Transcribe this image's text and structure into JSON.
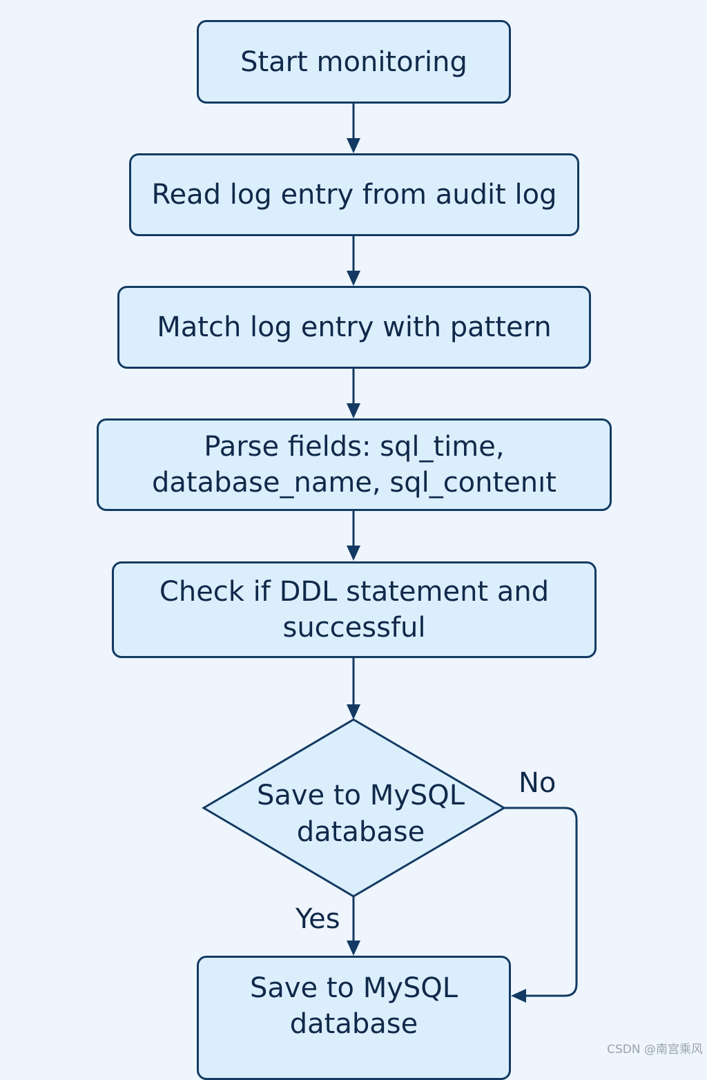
{
  "steps": [
    {
      "id": "start",
      "label": "Start monitoring"
    },
    {
      "id": "read",
      "label": "Read log entry from audit log"
    },
    {
      "id": "match",
      "label": "Match log entry with pattern"
    },
    {
      "id": "parse",
      "label": "Parse fields: sql_time,\ndatabase_name, sql_contenıt"
    },
    {
      "id": "check",
      "label": "Check if DDL statement and\nsuccessful"
    },
    {
      "id": "save",
      "label": "Save to MySQL\ndatabase"
    }
  ],
  "decision": {
    "label": "Save to MySQL\ndatabase"
  },
  "branches": {
    "yes": "Yes",
    "no": "No"
  },
  "watermark": "CSDN @南宫乘风",
  "colors": {
    "background": "#eef5fc",
    "node_fill": "#dbeefc",
    "stroke": "#123a62",
    "text": "#10294a"
  }
}
